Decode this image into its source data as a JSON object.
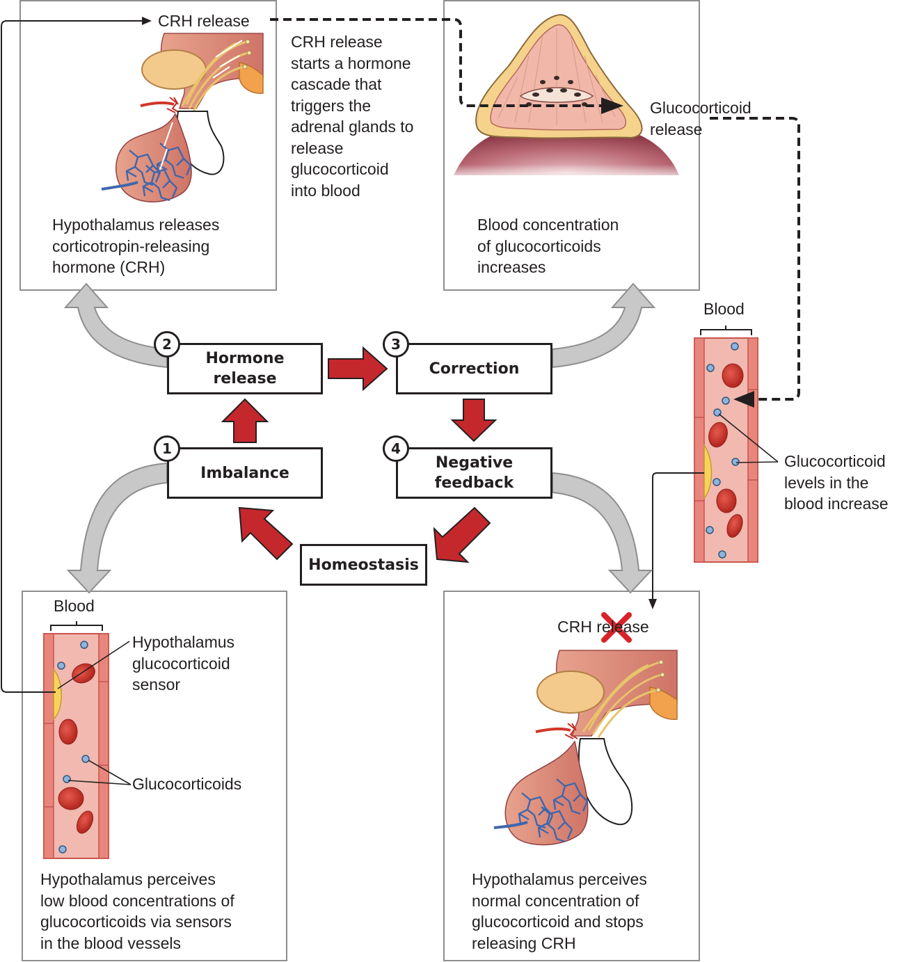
{
  "steps": {
    "imbalance": {
      "number": "1",
      "label": "Imbalance"
    },
    "hormone_release": {
      "number": "2",
      "label": "Hormone\nrelease"
    },
    "correction": {
      "number": "3",
      "label": "Correction"
    },
    "negative_feedback": {
      "number": "4",
      "label": "Negative\nfeedback"
    },
    "homeostasis": {
      "label": "Homeostasis"
    }
  },
  "panels": {
    "top_left": {
      "arrow_label": "CRH release",
      "caption": "Hypothalamus releases\ncorticotropin-releasing\nhormone (CRH)"
    },
    "cascade_note": "CRH release\nstarts a hormone\ncascade that\ntriggers the\nadrenal glands to\nrelease\nglucocorticoid\ninto blood",
    "top_right": {
      "release_label": "Glucocorticoid\nrelease",
      "caption": "Blood concentration\nof glucocorticoids\nincreases"
    },
    "right_vessel": {
      "blood_label": "Blood",
      "levels_label": "Glucocorticoid\nlevels in the\nblood increase"
    },
    "bottom_left": {
      "blood_label": "Blood",
      "sensor_label": "Hypothalamus\nglucocorticoid\nsensor",
      "glucocorticoids_label": "Glucocorticoids",
      "caption": "Hypothalamus perceives\nlow blood concentrations of\nglucocorticoids via sensors\nin the blood vessels"
    },
    "bottom_right": {
      "crh_label": "CRH release",
      "caption": "Hypothalamus perceives\nnormal concentration of\nglucocorticoid and stops\nreleasing CRH"
    }
  },
  "colors": {
    "red_arrow": "#c4282d",
    "grey_arrow": "#c8c8c8",
    "panel_border": "#8e8e8e",
    "vessel": "#f2b9b0",
    "vessel_wall": "#d8605a",
    "red_cell": "#c8342c",
    "glucocorticoid_dot": "#8eb4db",
    "sensor": "#f7d35d",
    "adrenal_cortex": "#f6d38c",
    "kidney": "#9c4a55",
    "stop_cross": "#d8232a"
  }
}
